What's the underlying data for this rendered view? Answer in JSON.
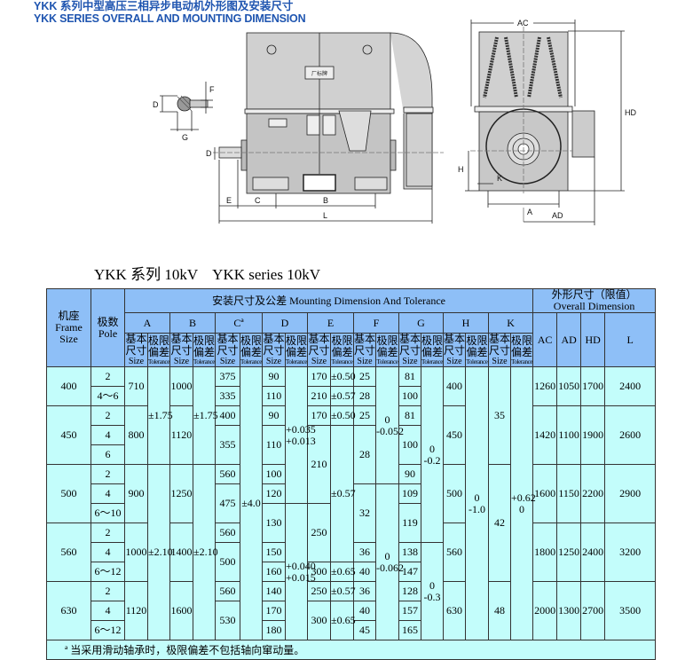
{
  "header": {
    "title_cn": "YKK 系列中型高压三相异步电动机外形图及安装尺寸",
    "title_en": "YKK SERIES OVERALL AND MOUNTING DIMENSION"
  },
  "drawing": {
    "labels": {
      "D": "D",
      "F": "F",
      "G": "G",
      "D2": "D",
      "E": "E",
      "C": "C",
      "B": "B",
      "L": "L",
      "AC": "AC",
      "HD": "HD",
      "H": "H",
      "K": "K",
      "A": "A",
      "AD": "AD"
    },
    "plate_label": "厂标牌"
  },
  "caption": "YKK 系列 10kV    YKK series 10kV",
  "table": {
    "frame_header": "机座\nFrame\nSize",
    "pole_header": "极数\nPole",
    "mounting_header": "安装尺寸及公差 Mounting Dimension And Tolerance",
    "overall_header": "外形尺寸（限值）\nOverall Dimension",
    "groups": [
      "A",
      "B",
      "Cª",
      "D",
      "E",
      "F",
      "G",
      "H",
      "K"
    ],
    "size_label_cn": "基本\n尺寸",
    "size_label_en": "Size",
    "tol_label_cn": "极限\n偏差",
    "tol_label_en": "Tolerance",
    "overall_cols": [
      "AC",
      "AD",
      "HD",
      "L"
    ],
    "colors": {
      "header_bg": "#8ebff7",
      "body_bg": "#c3fdfb",
      "title_blue": "#1f55b0"
    },
    "columns": [
      {
        "key": "frame",
        "cells": [
          [
            "400",
            2
          ],
          [
            "450",
            3
          ],
          [
            "500",
            3
          ],
          [
            "560",
            3
          ],
          [
            "630",
            3
          ]
        ]
      },
      {
        "key": "pole",
        "cells": [
          [
            "2",
            1
          ],
          [
            "4～6",
            1
          ],
          [
            "2",
            1
          ],
          [
            "4",
            1
          ],
          [
            "6",
            1
          ],
          [
            "2",
            1
          ],
          [
            "4",
            1
          ],
          [
            "6～10",
            1
          ],
          [
            "2",
            1
          ],
          [
            "4",
            1
          ],
          [
            "6～12",
            1
          ],
          [
            "2",
            1
          ],
          [
            "4",
            1
          ],
          [
            "6～12",
            1
          ]
        ]
      },
      {
        "key": "A_size",
        "cells": [
          [
            "710",
            2
          ],
          [
            "800",
            3
          ],
          [
            "900",
            3
          ],
          [
            "1000",
            3
          ],
          [
            "1120",
            3
          ]
        ]
      },
      {
        "key": "A_tol",
        "cls": "tol",
        "cells": [
          [
            "±1.75",
            5
          ],
          [
            "±2.10",
            9
          ]
        ]
      },
      {
        "key": "B_size",
        "cells": [
          [
            "1000",
            2
          ],
          [
            "1120",
            3
          ],
          [
            "1250",
            3
          ],
          [
            "1400",
            3
          ],
          [
            "1600",
            3
          ]
        ]
      },
      {
        "key": "B_tol",
        "cls": "tol",
        "cells": [
          [
            "±1.75",
            5
          ],
          [
            "±2.10",
            9
          ]
        ]
      },
      {
        "key": "C_size",
        "cells": [
          [
            "375",
            1
          ],
          [
            "335",
            1
          ],
          [
            "400",
            1
          ],
          [
            "355",
            2
          ],
          [
            "560",
            1
          ],
          [
            "475",
            2
          ],
          [
            "560",
            1
          ],
          [
            "500",
            2
          ],
          [
            "560",
            1
          ],
          [
            "530",
            2
          ]
        ]
      },
      {
        "key": "C_tol",
        "cells": [
          [
            "±4.0",
            14
          ]
        ]
      },
      {
        "key": "D_size",
        "cells": [
          [
            "90",
            1
          ],
          [
            "110",
            1
          ],
          [
            "90",
            1
          ],
          [
            "110",
            2
          ],
          [
            "100",
            1
          ],
          [
            "120",
            1
          ],
          [
            "130",
            2
          ],
          [
            "150",
            1
          ],
          [
            "160",
            1
          ],
          [
            "140",
            1
          ],
          [
            "170",
            1
          ],
          [
            "180",
            1
          ]
        ]
      },
      {
        "key": "D_tol",
        "cls": "ftol",
        "cells": [
          [
            "+0.035\n+0.013",
            7
          ],
          [
            "+0.040\n+0.015",
            7
          ]
        ]
      },
      {
        "key": "E_size",
        "cells": [
          [
            "170",
            1
          ],
          [
            "210",
            1
          ],
          [
            "170",
            1
          ],
          [
            "210",
            4
          ],
          [
            "250",
            3
          ],
          [
            "300",
            1
          ],
          [
            "250",
            1
          ],
          [
            "300",
            2
          ]
        ]
      },
      {
        "key": "E_tol",
        "cls": "tol",
        "cells": [
          [
            "±0.50",
            1
          ],
          [
            "±0.57",
            1
          ],
          [
            "±0.50",
            1
          ],
          [
            "±0.57",
            7
          ],
          [
            "±0.65",
            1
          ],
          [
            "±0.57",
            1
          ],
          [
            "±0.65",
            2
          ]
        ]
      },
      {
        "key": "F_size",
        "cells": [
          [
            "25",
            1
          ],
          [
            "28",
            1
          ],
          [
            "25",
            1
          ],
          [
            "28",
            3
          ],
          [
            "32",
            3
          ],
          [
            "36",
            1
          ],
          [
            "40",
            1
          ],
          [
            "36",
            1
          ],
          [
            "40",
            1
          ],
          [
            "45",
            1
          ]
        ]
      },
      {
        "key": "F_tol",
        "cls": "ftol",
        "cells": [
          [
            "0\n-0.052",
            6
          ],
          [
            "0\n-0.062",
            8
          ]
        ]
      },
      {
        "key": "G_size",
        "cells": [
          [
            "81",
            1
          ],
          [
            "100",
            1
          ],
          [
            "81",
            1
          ],
          [
            "100",
            2
          ],
          [
            "90",
            1
          ],
          [
            "109",
            1
          ],
          [
            "119",
            2
          ],
          [
            "138",
            1
          ],
          [
            "147",
            1
          ],
          [
            "128",
            1
          ],
          [
            "157",
            1
          ],
          [
            "165",
            1
          ]
        ]
      },
      {
        "key": "G_tol",
        "cells": [
          [
            "0\n-0.2",
            9
          ],
          [
            "0\n-0.3",
            5
          ]
        ]
      },
      {
        "key": "H_size",
        "cells": [
          [
            "400",
            2
          ],
          [
            "450",
            3
          ],
          [
            "500",
            3
          ],
          [
            "560",
            3
          ],
          [
            "630",
            3
          ]
        ]
      },
      {
        "key": "H_tol",
        "cells": [
          [
            "0\n-1.0",
            14
          ]
        ]
      },
      {
        "key": "K_size",
        "cells": [
          [
            "35",
            5
          ],
          [
            "42",
            6
          ],
          [
            "48",
            3
          ]
        ]
      },
      {
        "key": "K_tol",
        "cls": "ftol",
        "cells": [
          [
            "+0.62\n0",
            14
          ]
        ]
      },
      {
        "key": "AC",
        "cells": [
          [
            "1260",
            2
          ],
          [
            "1420",
            3
          ],
          [
            "1600",
            3
          ],
          [
            "1800",
            3
          ],
          [
            "2000",
            3
          ]
        ]
      },
      {
        "key": "AD",
        "cells": [
          [
            "1050",
            2
          ],
          [
            "1100",
            3
          ],
          [
            "1150",
            3
          ],
          [
            "1250",
            3
          ],
          [
            "1300",
            3
          ]
        ]
      },
      {
        "key": "HD",
        "cells": [
          [
            "1700",
            2
          ],
          [
            "1900",
            3
          ],
          [
            "2200",
            3
          ],
          [
            "2400",
            3
          ],
          [
            "2700",
            3
          ]
        ]
      },
      {
        "key": "L",
        "cells": [
          [
            "2400",
            2
          ],
          [
            "2600",
            3
          ],
          [
            "2900",
            3
          ],
          [
            "3200",
            3
          ],
          [
            "3500",
            3
          ]
        ]
      }
    ],
    "footnote": "ª 当采用滑动轴承时，极限偏差不包括轴向窜动量。"
  }
}
